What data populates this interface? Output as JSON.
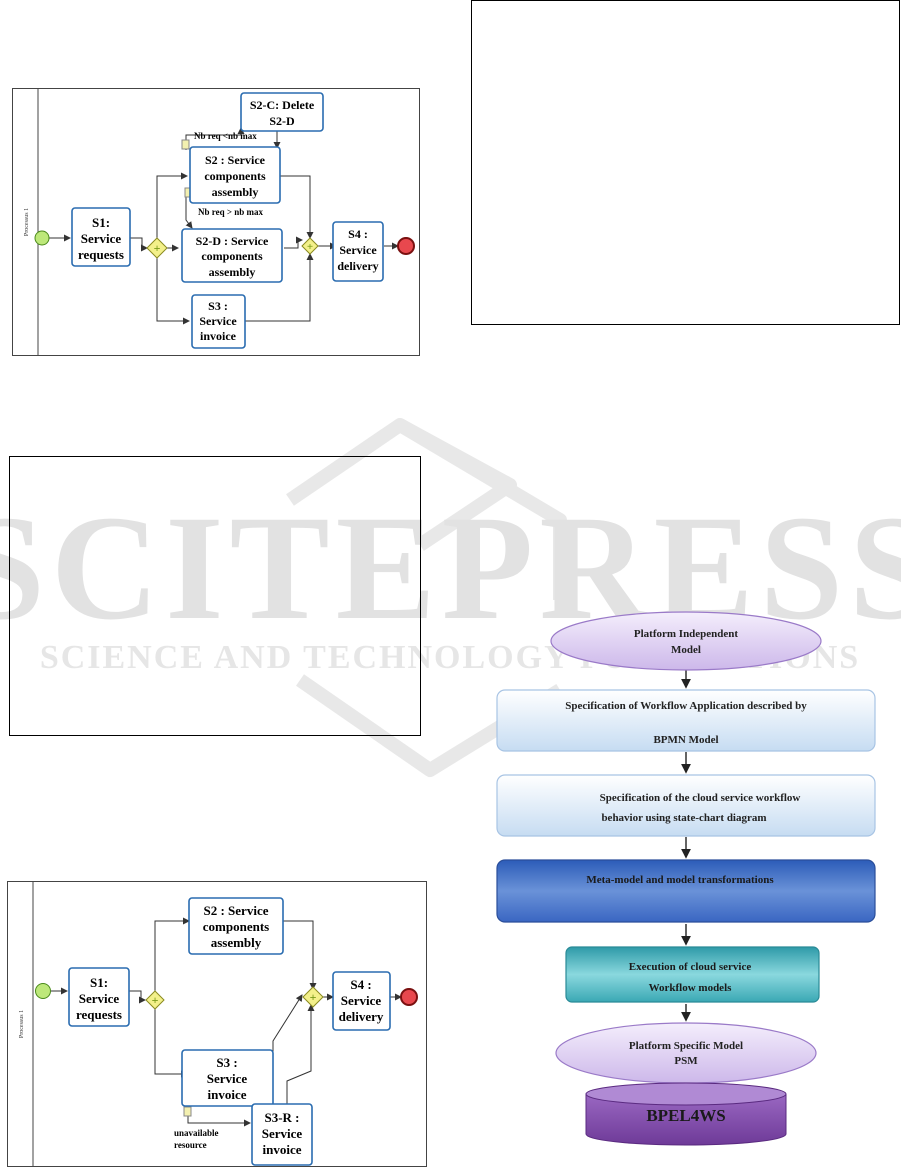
{
  "watermark": {
    "brand": "SCITEPRESS",
    "tagline": "SCIENCE AND TECHNOLOGY PUBLICATIONS"
  },
  "diagram_top": {
    "lane": "Processus 1",
    "tasks": {
      "s1": [
        "S1:",
        "Service",
        "requests"
      ],
      "s2c": [
        "S2-C: Delete",
        "S2-D"
      ],
      "s2": [
        "S2 : Service",
        "components",
        "assembly"
      ],
      "s2d": [
        "S2-D : Service",
        "components",
        "assembly"
      ],
      "s3": [
        "S3 :",
        "Service",
        "invoice"
      ],
      "s4": [
        "S4 :",
        "Service",
        "delivery"
      ]
    },
    "conditions": {
      "less": "Nb req <nb max",
      "greater": "Nb req > nb max"
    }
  },
  "diagram_bottom": {
    "lane": "Processus 1",
    "tasks": {
      "s1": [
        "S1:",
        "Service",
        "requests"
      ],
      "s2": [
        "S2 : Service",
        "components",
        "assembly"
      ],
      "s3": [
        "S3 :",
        "Service",
        "invoice"
      ],
      "s3r": [
        "S3-R :",
        "Service",
        "invoice"
      ],
      "s4": [
        "S4 :",
        "Service",
        "delivery"
      ]
    },
    "conditions": {
      "unavailable": [
        "unavailable",
        "resource"
      ]
    }
  },
  "flow": {
    "steps": [
      [
        "Platform Independent",
        "Model"
      ],
      [
        "Specification of Workflow Application described by",
        "BPMN Model"
      ],
      [
        "Specification of the cloud service workflow",
        "behavior using state-chart diagram"
      ],
      [
        "Meta-model and model transformations"
      ],
      [
        "Execution of cloud service",
        "Workflow models"
      ],
      [
        "Platform Specific Model",
        "PSM"
      ],
      [
        "BPEL4WS"
      ]
    ]
  },
  "colors": {
    "task_stroke": "#2a6cb0",
    "gateway_fill": "#f3f08a",
    "gateway_plus": "#7a9a1a",
    "start": "#bde87a",
    "end": "#e8484e",
    "ellipse": "#d8c8ee",
    "light_blue": "#d6e6f6",
    "dark_blue": "#4a72c4",
    "teal": "#5ac0c8",
    "cylinder": "#8a55b0"
  }
}
